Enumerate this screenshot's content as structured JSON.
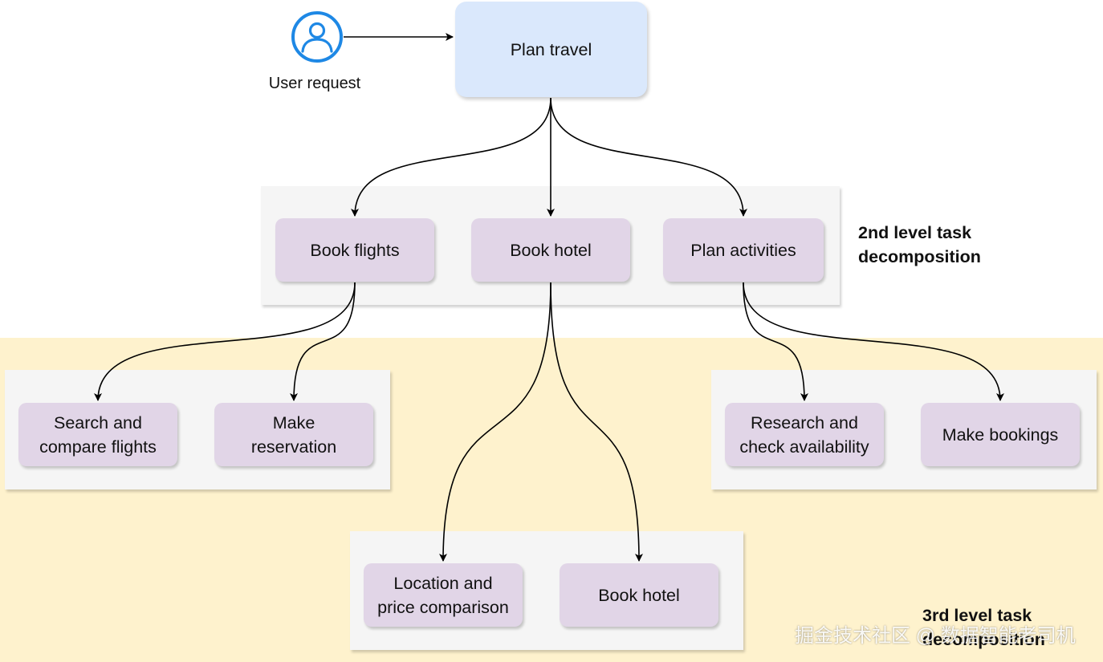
{
  "user": {
    "label": "User request",
    "icon": "user-icon"
  },
  "root": {
    "label": "Plan travel"
  },
  "level2": {
    "label": "2nd level task\ndecomposition",
    "nodes": [
      {
        "label": "Book flights"
      },
      {
        "label": "Book hotel"
      },
      {
        "label": "Plan activities"
      }
    ]
  },
  "level3": {
    "label": "3rd level task\ndecomposition",
    "flights": [
      {
        "label": "Search and\ncompare flights"
      },
      {
        "label": "Make\nreservation"
      }
    ],
    "hotel": [
      {
        "label": "Location and\nprice comparison"
      },
      {
        "label": "Book hotel"
      }
    ],
    "activities": [
      {
        "label": "Research and\ncheck availability"
      },
      {
        "label": "Make bookings"
      }
    ]
  },
  "watermark": "掘金技术社区 @ 数据智能老司机",
  "colors": {
    "root_fill": "#dae8fc",
    "task_fill": "#e1d5e7",
    "group_fill": "#f5f5f5",
    "level3_band": "#fef2cd",
    "user_icon": "#1e88e5"
  }
}
